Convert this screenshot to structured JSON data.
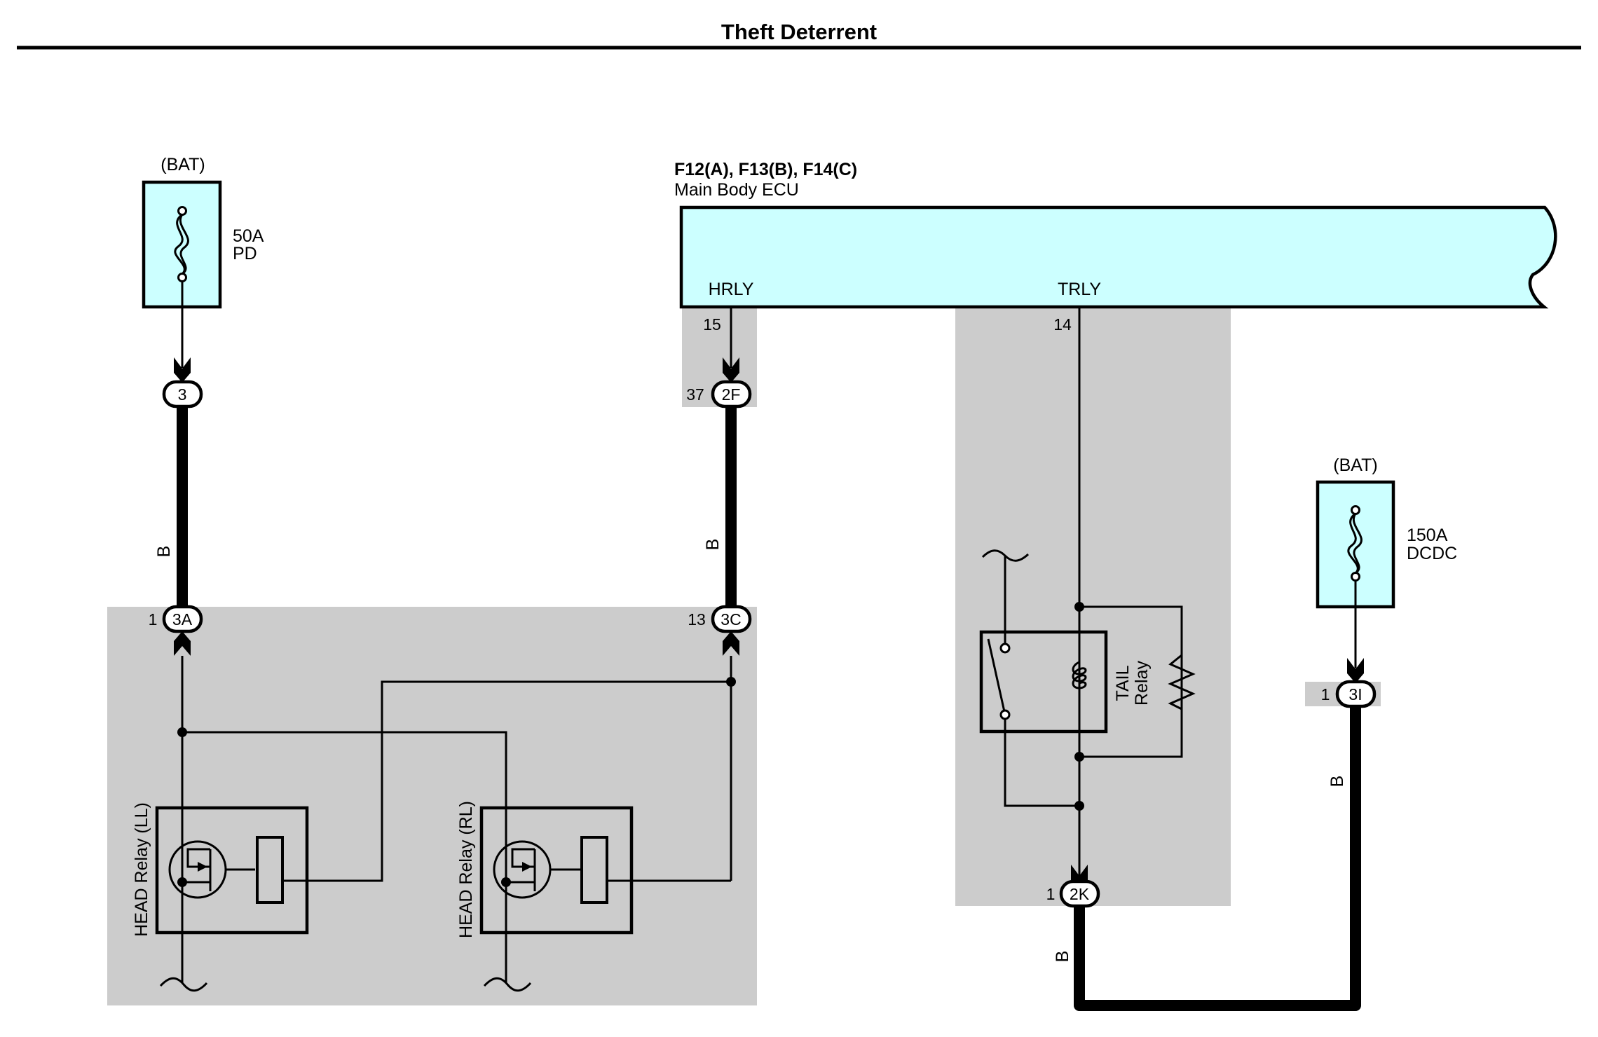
{
  "title": "Theft Deterrent",
  "fuses": [
    {
      "source": "(BAT)",
      "rating": "50A",
      "name": "PD"
    },
    {
      "source": "(BAT)",
      "rating": "150A",
      "name": "DCDC"
    }
  ],
  "ecu": {
    "connectors": "F12(A), F13(B), F14(C)",
    "name": "Main Body ECU",
    "terminals": [
      {
        "name": "HRLY",
        "pin": "15"
      },
      {
        "name": "TRLY",
        "pin": "14"
      }
    ]
  },
  "connectors": [
    {
      "id": "3",
      "pin": ""
    },
    {
      "id": "2F",
      "pin": "37"
    },
    {
      "id": "3A",
      "pin": "1"
    },
    {
      "id": "3C",
      "pin": "13"
    },
    {
      "id": "2K",
      "pin": "1"
    },
    {
      "id": "3I",
      "pin": "1"
    }
  ],
  "wire_color": "B",
  "relays": {
    "head_ll": "HEAD Relay (LL)",
    "head_rl": "HEAD Relay (RL)",
    "tail": [
      "TAIL",
      "Relay"
    ]
  },
  "colors": {
    "ecu_fill": "#ccffff",
    "shade": "#cccccc",
    "wire": "#000000"
  }
}
